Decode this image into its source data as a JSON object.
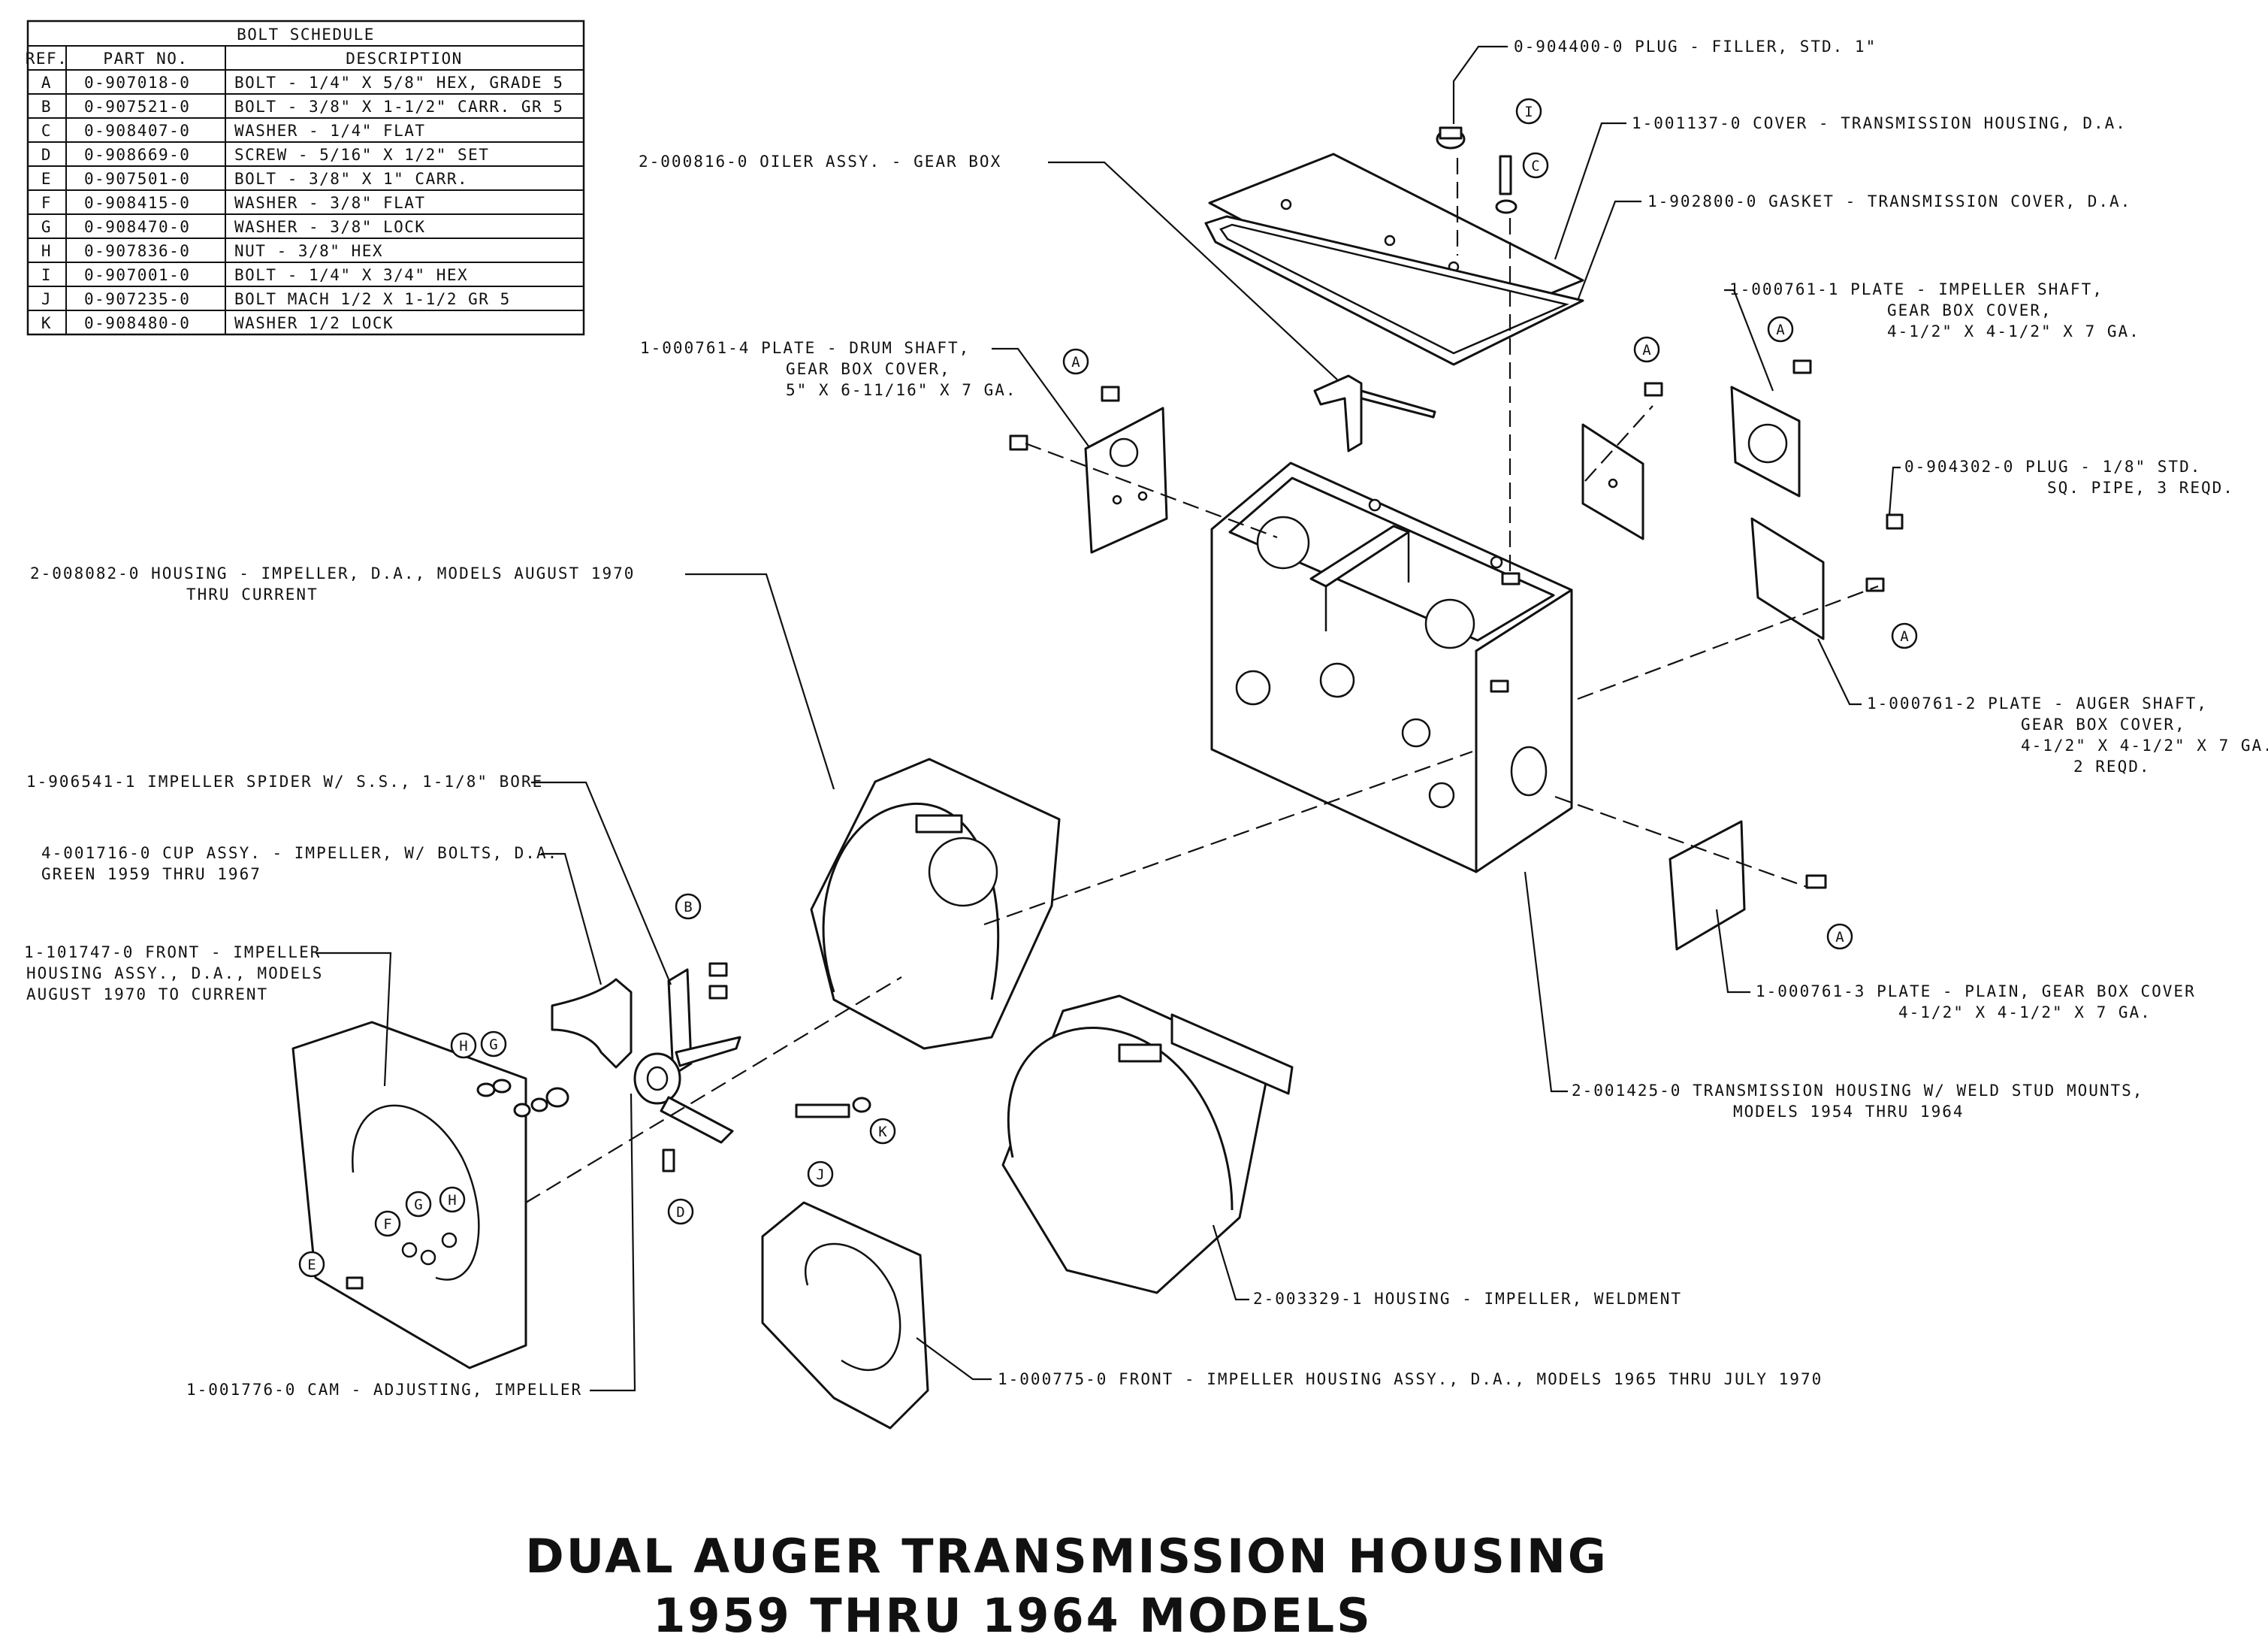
{
  "bolt_schedule": {
    "title": "BOLT SCHEDULE",
    "headers": [
      "REF.",
      "PART NO.",
      "DESCRIPTION"
    ],
    "rows": [
      [
        "A",
        "0-907018-0",
        "BOLT - 1/4\" X 5/8\" HEX, GRADE 5"
      ],
      [
        "B",
        "0-907521-0",
        "BOLT - 3/8\" X 1-1/2\" CARR. GR 5"
      ],
      [
        "C",
        "0-908407-0",
        "WASHER - 1/4\" FLAT"
      ],
      [
        "D",
        "0-908669-0",
        "SCREW - 5/16\" X 1/2\" SET"
      ],
      [
        "E",
        "0-907501-0",
        "BOLT - 3/8\" X 1\" CARR."
      ],
      [
        "F",
        "0-908415-0",
        "WASHER - 3/8\" FLAT"
      ],
      [
        "G",
        "0-908470-0",
        "WASHER - 3/8\" LOCK"
      ],
      [
        "H",
        "0-907836-0",
        "NUT - 3/8\" HEX"
      ],
      [
        "I",
        "0-907001-0",
        "BOLT - 1/4\" X 3/4\" HEX"
      ],
      [
        "J",
        "0-907235-0",
        "BOLT MACH 1/2 X 1-1/2 GR 5"
      ],
      [
        "K",
        "0-908480-0",
        "WASHER 1/2 LOCK"
      ]
    ]
  },
  "callouts": {
    "plug_filler": [
      "0-904400-0  PLUG - FILLER, STD. 1\""
    ],
    "cover_housing": [
      "1-001137-0  COVER - TRANSMISSION HOUSING, D.A."
    ],
    "oiler": [
      "2-000816-0  OILER ASSY. - GEAR BOX"
    ],
    "gasket": [
      "1-902800-0  GASKET - TRANSMISSION COVER, D.A."
    ],
    "plate_impeller_shaft": [
      "1-000761-1  PLATE - IMPELLER SHAFT,",
      "GEAR BOX COVER,",
      "4-1/2\" X 4-1/2\" X 7 GA."
    ],
    "plate_drum_shaft": [
      "1-000761-4  PLATE - DRUM SHAFT,",
      "GEAR BOX COVER,",
      "5\" X 6-11/16\" X 7 GA."
    ],
    "plug_pipe": [
      "0-904302-0  PLUG - 1/8\" STD.",
      "SQ. PIPE, 3 REQD."
    ],
    "housing_impeller_da": [
      "2-008082-0  HOUSING - IMPELLER, D.A., MODELS  AUGUST  1970",
      "THRU  CURRENT"
    ],
    "plate_auger_shaft": [
      "1-000761-2  PLATE - AUGER SHAFT,",
      "GEAR BOX COVER,",
      "4-1/2\" X 4-1/2\" X 7 GA.",
      "2 REQD."
    ],
    "impeller_spider": [
      "1-906541-1 IMPELLER SPIDER W/ S.S., 1-1/8\" BORE"
    ],
    "cup_assy": [
      "4-001716-0  CUP ASSY. - IMPELLER, W/ BOLTS, D.A.",
      "GREEN  1959  THRU 1967"
    ],
    "front_impeller_housing_1970": [
      "1-101747-0  FRONT - IMPELLER",
      "HOUSING  ASSY., D.A., MODELS",
      "AUGUST 1970  TO CURRENT"
    ],
    "plate_plain": [
      "1-000761-3  PLATE - PLAIN, GEAR BOX COVER",
      "4-1/2\" X 4-1/2\" X  7 GA."
    ],
    "transmission_housing": [
      "2-001425-0  TRANSMISSION  HOUSING W/ WELD STUD MOUNTS,",
      "MODELS  1954  THRU  1964"
    ],
    "housing_weldment": [
      "2-003329-1  HOUSING - IMPELLER, WELDMENT"
    ],
    "cam_adjusting": [
      "1-001776-0  CAM - ADJUSTING, IMPELLER"
    ],
    "front_impeller_housing_1965": [
      "1-000775-0  FRONT - IMPELLER  HOUSING  ASSY., D.A., MODELS  1965  THRU  JULY  1970"
    ]
  },
  "ref_markers": [
    "A",
    "A",
    "A",
    "A",
    "A",
    "B",
    "C",
    "D",
    "E",
    "F",
    "G",
    "G",
    "H",
    "H",
    "I",
    "J",
    "K"
  ],
  "title": {
    "line1": "DUAL  AUGER  TRANSMISSION  HOUSING",
    "line2": "1959  THRU  1964  MODELS"
  }
}
